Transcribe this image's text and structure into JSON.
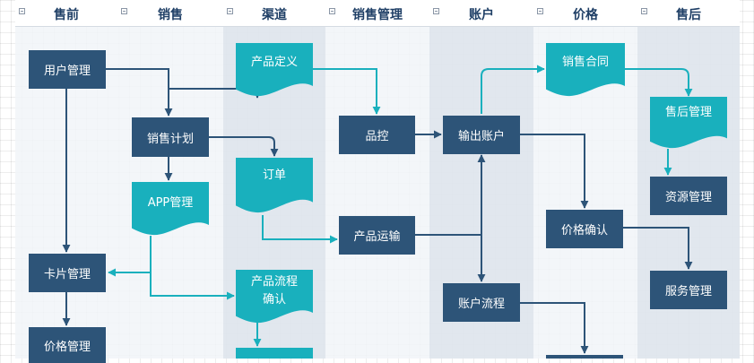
{
  "lanes": [
    "售前",
    "销售",
    "渠道",
    "销售管理",
    "账户",
    "价格",
    "售后"
  ],
  "nodes": {
    "yonghu": "用户管理",
    "xiaoshou_jihua": "销售计划",
    "app": "APP管理",
    "kapian": "卡片管理",
    "jiage_presale": "价格管理",
    "chanpin_dingyi": "产品定义",
    "dingdan": "订单",
    "chanpin_liucheng": "产品流程确认",
    "pinkong": "品控",
    "chanpin_yunshu": "产品运输",
    "shuchu_zhanghu": "输出账户",
    "zhanghu_liucheng": "账户流程",
    "xiaoshou_hetong": "销售合同",
    "jiage_queren": "价格确认",
    "shouhou_guanli": "售后管理",
    "ziyuan_guanli": "资源管理",
    "fuwu_guanli": "服务管理"
  },
  "colors": {
    "process": "#2d5478",
    "document": "#19b0bd",
    "arrow_dark": "#2d5478",
    "arrow_teal": "#19b0bd"
  }
}
